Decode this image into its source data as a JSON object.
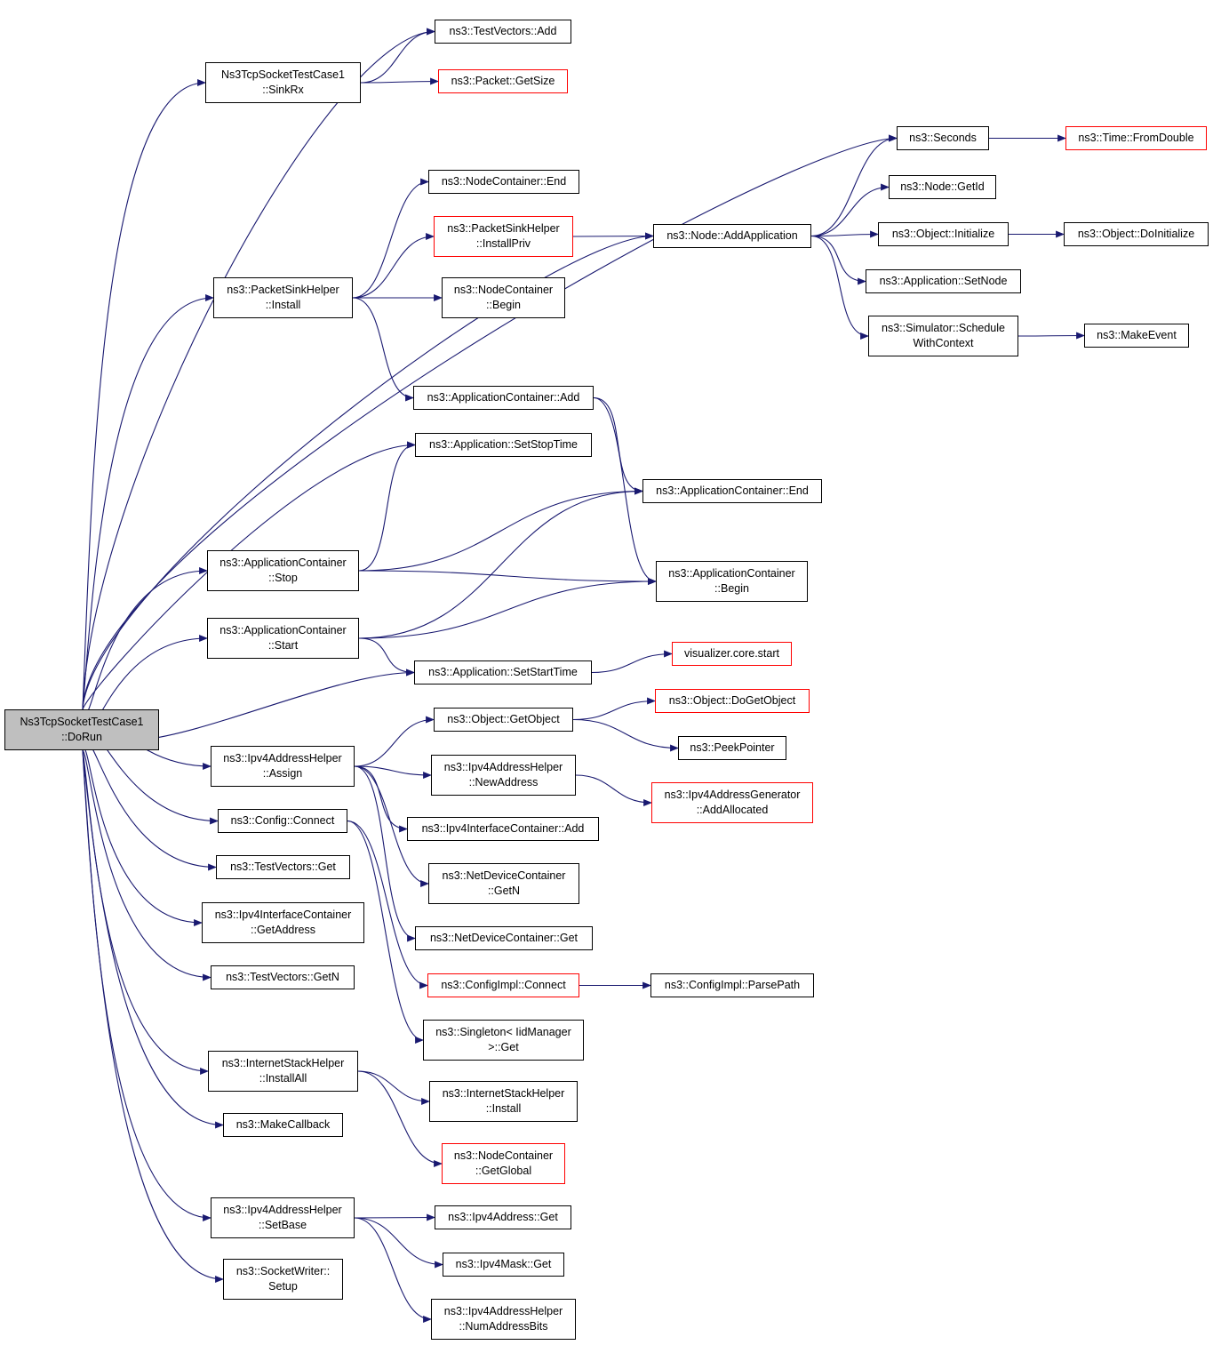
{
  "colors": {
    "edge": "#191970",
    "node_border": "#000000",
    "truncated_border": "#ff0000",
    "root_fill": "#bfbfbf"
  },
  "nodes": {
    "tv_add": {
      "lines": [
        "ns3::TestVectors::Add"
      ]
    },
    "sinkrx": {
      "lines": [
        "Ns3TcpSocketTestCase1",
        "::SinkRx"
      ]
    },
    "getsize": {
      "lines": [
        "ns3::Packet::GetSize"
      ],
      "truncated": true
    },
    "seconds": {
      "lines": [
        "ns3::Seconds"
      ]
    },
    "fromdouble": {
      "lines": [
        "ns3::Time::FromDouble"
      ],
      "truncated": true
    },
    "nc_end": {
      "lines": [
        "ns3::NodeContainer::End"
      ]
    },
    "node_getid": {
      "lines": [
        "ns3::Node::GetId"
      ]
    },
    "psh_installpriv": {
      "lines": [
        "ns3::PacketSinkHelper",
        "::InstallPriv"
      ],
      "truncated": true
    },
    "node_addapp": {
      "lines": [
        "ns3::Node::AddApplication"
      ]
    },
    "obj_init": {
      "lines": [
        "ns3::Object::Initialize"
      ]
    },
    "obj_doinit": {
      "lines": [
        "ns3::Object::DoInitialize"
      ]
    },
    "app_setnode": {
      "lines": [
        "ns3::Application::SetNode"
      ]
    },
    "psh_install": {
      "lines": [
        "ns3::PacketSinkHelper",
        "::Install"
      ]
    },
    "nc_begin": {
      "lines": [
        "ns3::NodeContainer",
        "::Begin"
      ]
    },
    "sim_sched": {
      "lines": [
        "ns3::Simulator::Schedule",
        "WithContext"
      ]
    },
    "makeevent": {
      "lines": [
        "ns3::MakeEvent"
      ]
    },
    "ac_add": {
      "lines": [
        "ns3::ApplicationContainer::Add"
      ]
    },
    "app_setstop": {
      "lines": [
        "ns3::Application::SetStopTime"
      ]
    },
    "ac_end": {
      "lines": [
        "ns3::ApplicationContainer::End"
      ]
    },
    "ac_stop": {
      "lines": [
        "ns3::ApplicationContainer",
        "::Stop"
      ]
    },
    "ac_begin": {
      "lines": [
        "ns3::ApplicationContainer",
        "::Begin"
      ]
    },
    "ac_start": {
      "lines": [
        "ns3::ApplicationContainer",
        "::Start"
      ]
    },
    "viz_start": {
      "lines": [
        "visualizer.core.start"
      ],
      "truncated": true
    },
    "app_setstart": {
      "lines": [
        "ns3::Application::SetStartTime"
      ]
    },
    "root": {
      "lines": [
        "Ns3TcpSocketTestCase1",
        "::DoRun"
      ]
    },
    "obj_getobj": {
      "lines": [
        "ns3::Object::GetObject"
      ]
    },
    "obj_dogetobj": {
      "lines": [
        "ns3::Object::DoGetObject"
      ],
      "truncated": true
    },
    "peekpointer": {
      "lines": [
        "ns3::PeekPointer"
      ]
    },
    "ipv4h_assign": {
      "lines": [
        "ns3::Ipv4AddressHelper",
        "::Assign"
      ]
    },
    "ipv4h_newaddr": {
      "lines": [
        "ns3::Ipv4AddressHelper",
        "::NewAddress"
      ]
    },
    "ipv4gen_alloc": {
      "lines": [
        "ns3::Ipv4AddressGenerator",
        "::AddAllocated"
      ],
      "truncated": true
    },
    "cfg_connect": {
      "lines": [
        "ns3::Config::Connect"
      ]
    },
    "ipv4ic_add": {
      "lines": [
        "ns3::Ipv4InterfaceContainer::Add"
      ]
    },
    "tv_get": {
      "lines": [
        "ns3::TestVectors::Get"
      ]
    },
    "ndc_getn": {
      "lines": [
        "ns3::NetDeviceContainer",
        "::GetN"
      ]
    },
    "ipv4ic_getaddr": {
      "lines": [
        "ns3::Ipv4InterfaceContainer",
        "::GetAddress"
      ]
    },
    "ndc_get": {
      "lines": [
        "ns3::NetDeviceContainer::Get"
      ]
    },
    "tv_getn": {
      "lines": [
        "ns3::TestVectors::GetN"
      ]
    },
    "cfgimpl_connect": {
      "lines": [
        "ns3::ConfigImpl::Connect"
      ],
      "truncated": true
    },
    "cfgimpl_parse": {
      "lines": [
        "ns3::ConfigImpl::ParsePath"
      ]
    },
    "singleton_get": {
      "lines": [
        "ns3::Singleton< IidManager",
        " >::Get"
      ]
    },
    "ish_installall": {
      "lines": [
        "ns3::InternetStackHelper",
        "::InstallAll"
      ]
    },
    "ish_install": {
      "lines": [
        "ns3::InternetStackHelper",
        "::Install"
      ]
    },
    "makecallback": {
      "lines": [
        "ns3::MakeCallback"
      ]
    },
    "nc_getglobal": {
      "lines": [
        "ns3::NodeContainer",
        "::GetGlobal"
      ],
      "truncated": true
    },
    "ipv4h_setbase": {
      "lines": [
        "ns3::Ipv4AddressHelper",
        "::SetBase"
      ]
    },
    "ipv4addr_get": {
      "lines": [
        "ns3::Ipv4Address::Get"
      ]
    },
    "ipv4mask_get": {
      "lines": [
        "ns3::Ipv4Mask::Get"
      ]
    },
    "sw_setup": {
      "lines": [
        "ns3::SocketWriter::",
        "Setup"
      ]
    },
    "ipv4h_numbits": {
      "lines": [
        "ns3::Ipv4AddressHelper",
        "::NumAddressBits"
      ]
    }
  },
  "edges": [
    [
      "root",
      "tv_add"
    ],
    [
      "root",
      "sinkrx"
    ],
    [
      "root",
      "seconds"
    ],
    [
      "root",
      "psh_install"
    ],
    [
      "root",
      "node_addapp"
    ],
    [
      "root",
      "app_setstop"
    ],
    [
      "root",
      "ac_stop"
    ],
    [
      "root",
      "ac_start"
    ],
    [
      "root",
      "app_setstart"
    ],
    [
      "root",
      "ipv4h_assign"
    ],
    [
      "root",
      "cfg_connect"
    ],
    [
      "root",
      "tv_get"
    ],
    [
      "root",
      "ipv4ic_getaddr"
    ],
    [
      "root",
      "tv_getn"
    ],
    [
      "root",
      "ish_installall"
    ],
    [
      "root",
      "makecallback"
    ],
    [
      "root",
      "ipv4h_setbase"
    ],
    [
      "root",
      "sw_setup"
    ],
    [
      "sinkrx",
      "tv_add"
    ],
    [
      "sinkrx",
      "getsize"
    ],
    [
      "seconds",
      "fromdouble"
    ],
    [
      "psh_install",
      "nc_end"
    ],
    [
      "psh_install",
      "psh_installpriv"
    ],
    [
      "psh_install",
      "nc_begin"
    ],
    [
      "psh_install",
      "ac_add"
    ],
    [
      "psh_installpriv",
      "node_addapp"
    ],
    [
      "node_addapp",
      "seconds"
    ],
    [
      "node_addapp",
      "node_getid"
    ],
    [
      "node_addapp",
      "obj_init"
    ],
    [
      "node_addapp",
      "app_setnode"
    ],
    [
      "node_addapp",
      "sim_sched"
    ],
    [
      "obj_init",
      "obj_doinit"
    ],
    [
      "sim_sched",
      "makeevent"
    ],
    [
      "ac_add",
      "ac_end"
    ],
    [
      "ac_add",
      "ac_begin"
    ],
    [
      "ac_stop",
      "app_setstop"
    ],
    [
      "ac_stop",
      "ac_end"
    ],
    [
      "ac_stop",
      "ac_begin"
    ],
    [
      "ac_start",
      "ac_end"
    ],
    [
      "ac_start",
      "ac_begin"
    ],
    [
      "ac_start",
      "app_setstart"
    ],
    [
      "app_setstart",
      "viz_start"
    ],
    [
      "ipv4h_assign",
      "obj_getobj"
    ],
    [
      "ipv4h_assign",
      "ipv4h_newaddr"
    ],
    [
      "ipv4h_assign",
      "ipv4ic_add"
    ],
    [
      "ipv4h_assign",
      "ndc_getn"
    ],
    [
      "ipv4h_assign",
      "ndc_get"
    ],
    [
      "obj_getobj",
      "obj_dogetobj"
    ],
    [
      "obj_getobj",
      "peekpointer"
    ],
    [
      "ipv4h_newaddr",
      "ipv4gen_alloc"
    ],
    [
      "cfg_connect",
      "cfgimpl_connect"
    ],
    [
      "cfg_connect",
      "singleton_get"
    ],
    [
      "cfgimpl_connect",
      "cfgimpl_parse"
    ],
    [
      "ish_installall",
      "ish_install"
    ],
    [
      "ish_installall",
      "nc_getglobal"
    ],
    [
      "ipv4h_setbase",
      "ipv4addr_get"
    ],
    [
      "ipv4h_setbase",
      "ipv4mask_get"
    ],
    [
      "ipv4h_setbase",
      "ipv4h_numbits"
    ]
  ]
}
